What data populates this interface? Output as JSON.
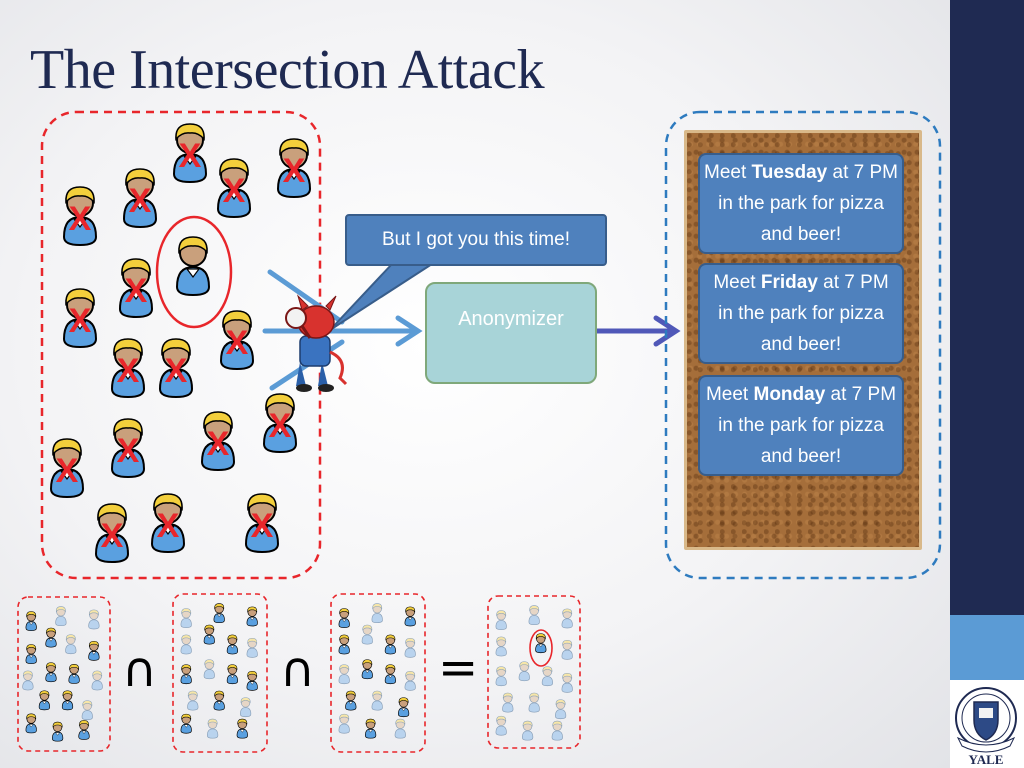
{
  "slide": {
    "title": "The Intersection Attack",
    "bubble_text": "But I got you this time!",
    "anonymizer_label": "Anonymizer",
    "x_mark": "X",
    "notes": [
      {
        "prefix": "Meet ",
        "day": "Tuesday",
        "suffix": " at 7 PM in the park for pizza and beer!"
      },
      {
        "prefix": "Meet ",
        "day": "Friday",
        "suffix": " at 7 PM in the park for pizza and beer!"
      },
      {
        "prefix": "Meet ",
        "day": "Monday",
        "suffix": " at 7 PM in the park for pizza and beer!"
      }
    ],
    "operators": {
      "intersect_1": "∩",
      "intersect_2": "∩",
      "equals": "="
    },
    "logo_text": "YALE"
  },
  "colors": {
    "title": "#1f2a52",
    "red_dash": "#e8262b",
    "blue_dash": "#2e7bbf",
    "bubble": "#4f81bd",
    "anonymizer": "#a8d4d8",
    "sidebar_dark": "#1f2a52",
    "sidebar_light": "#5b9bd5"
  }
}
